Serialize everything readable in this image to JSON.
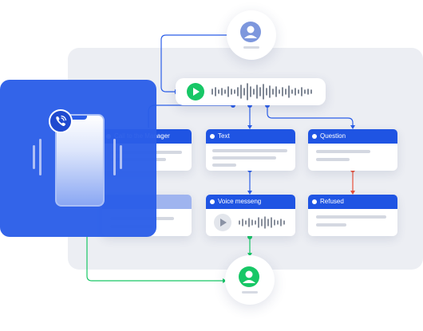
{
  "nodes": {
    "call_manager": {
      "title": "Call to the Manager"
    },
    "text": {
      "title": "Text"
    },
    "question": {
      "title": "Question"
    },
    "voice_message": {
      "title": "Voice messeng"
    },
    "refused": {
      "title": "Refused"
    }
  },
  "colors": {
    "primary": "#1f54e3",
    "accent_green": "#17c766",
    "accent_red": "#e8503a",
    "connector_blue": "#2b5ee8",
    "panel_bg": "#eceef3"
  },
  "icons": {
    "top_avatar": "user-icon",
    "bottom_avatar": "user-icon",
    "phone_call": "phone-call-icon",
    "audio_play": "play-icon",
    "voice_play": "play-icon"
  }
}
